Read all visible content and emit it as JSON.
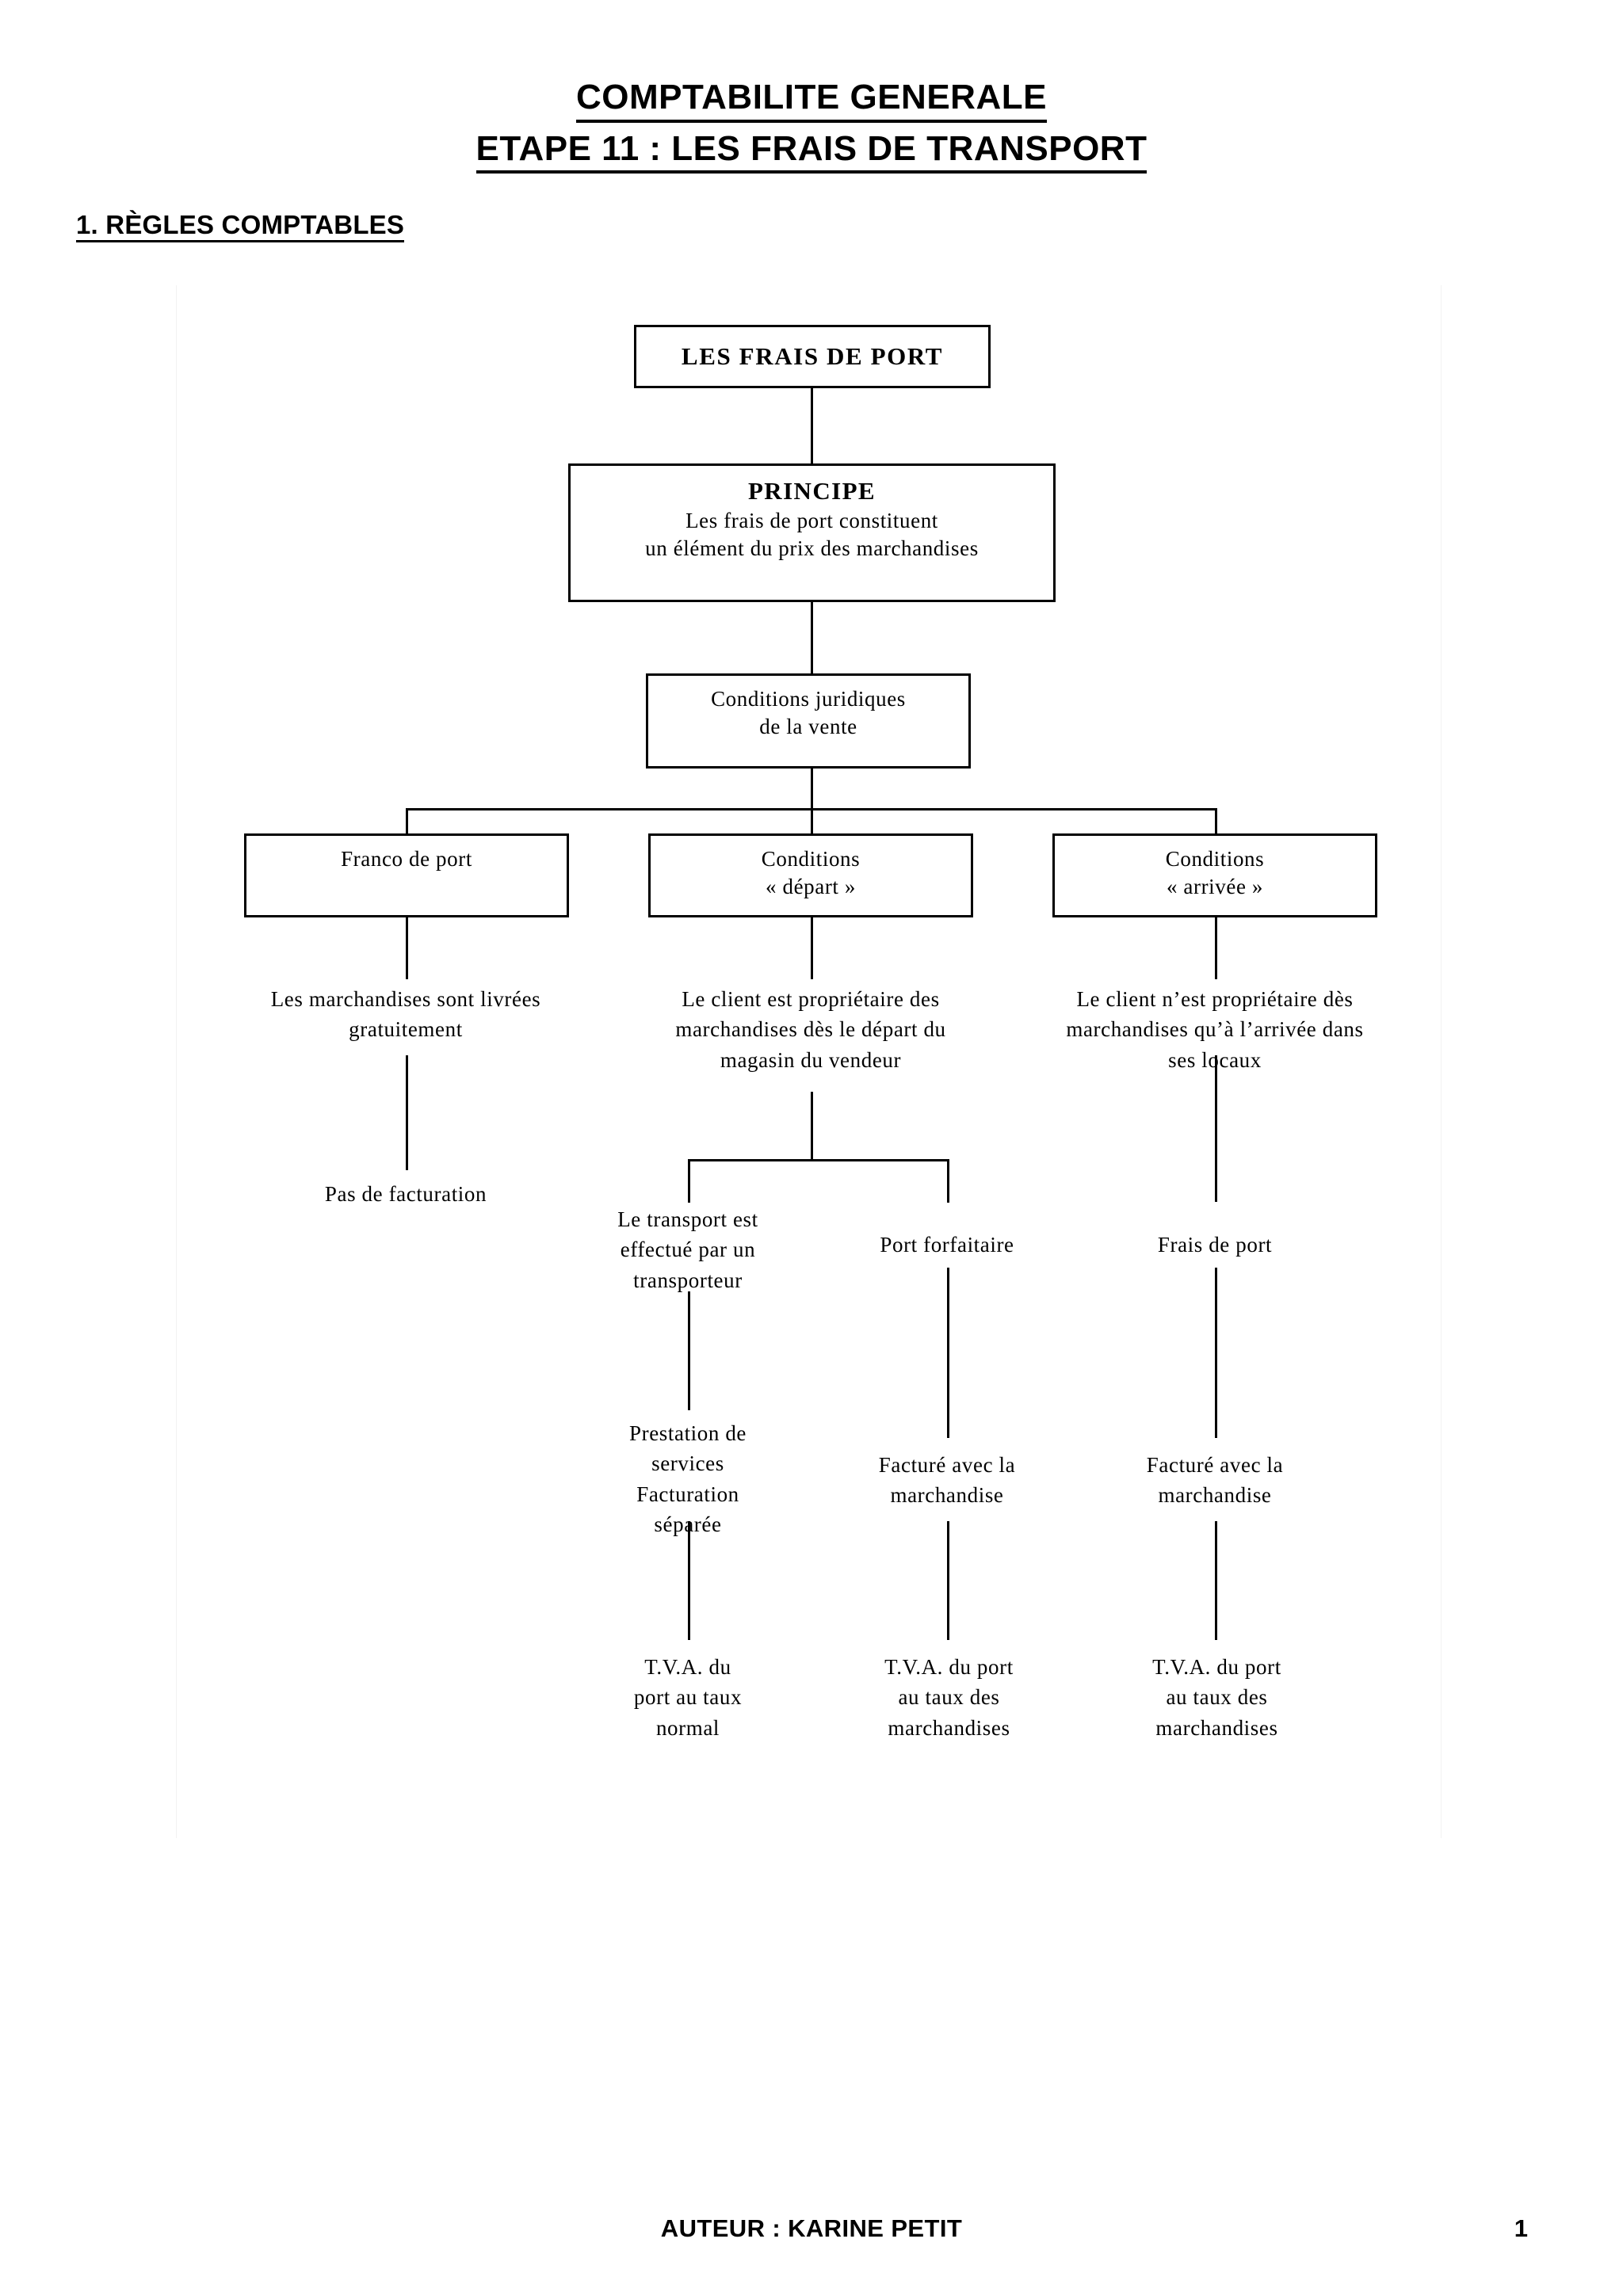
{
  "document": {
    "title_line1": "COMPTABILITE GENERALE",
    "title_line2": "ETAPE 11 : LES FRAIS DE TRANSPORT",
    "section_heading": "1. RÈGLES COMPTABLES"
  },
  "diagram": {
    "root": {
      "label": "LES FRAIS DE PORT"
    },
    "principe": {
      "heading": "PRINCIPE",
      "line1": "Les frais de port constituent",
      "line2": "un élément du prix des marchandises"
    },
    "conditions": {
      "line1": "Conditions juridiques",
      "line2": "de la vente"
    },
    "branches": [
      {
        "box_line1": "Franco de port",
        "box_line2": "",
        "description_line1": "Les marchandises sont livrées",
        "description_line2": "gratuitement",
        "description_line3": ""
      },
      {
        "box_line1": "Conditions",
        "box_line2": "« départ »",
        "description_line1": "Le client est propriétaire des",
        "description_line2": "marchandises dès le départ du",
        "description_line3": "magasin du vendeur"
      },
      {
        "box_line1": "Conditions",
        "box_line2": "« arrivée »",
        "description_line1": "Le client n’est propriétaire dès",
        "description_line2": "marchandises qu’à l’arrivée dans",
        "description_line3": "ses locaux"
      }
    ],
    "leaves": {
      "franco": {
        "outcome": "Pas de facturation"
      },
      "depart_transporteur": {
        "outcome_line1": "Le transport est",
        "outcome_line2": "effectué par un",
        "outcome_line3": "transporteur",
        "billing_line1": "Prestation de",
        "billing_line2": "services",
        "billing_line3": "Facturation",
        "billing_line4": "séparée",
        "tva_line1": "T.V.A. du",
        "tva_line2": "port au taux",
        "tva_line3": "normal"
      },
      "depart_forfaitaire": {
        "outcome_line1": "Port forfaitaire",
        "billing_line1": "Facturé avec la",
        "billing_line2": "marchandise",
        "tva_line1": "T.V.A. du port",
        "tva_line2": "au taux des",
        "tva_line3": "marchandises"
      },
      "arrivee": {
        "outcome_line1": "Frais de port",
        "billing_line1": "Facturé avec la",
        "billing_line2": "marchandise",
        "tva_line1": "T.V.A. du port",
        "tva_line2": "au taux des",
        "tva_line3": "marchandises"
      }
    }
  },
  "footer": {
    "author": "AUTEUR : KARINE PETIT",
    "page_number": "1"
  }
}
